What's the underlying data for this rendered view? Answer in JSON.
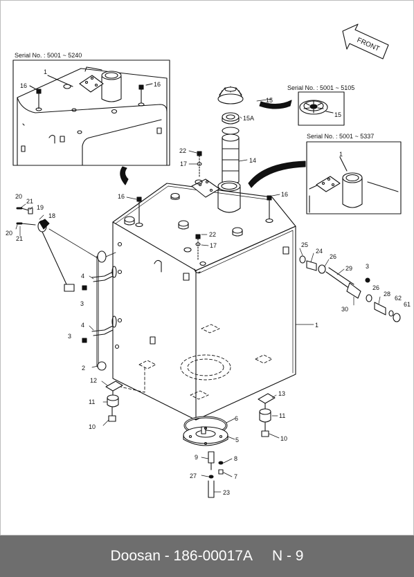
{
  "document": {
    "brand": "Doosan",
    "separator": " - ",
    "part_number": "186-00017A",
    "page_label": "N - 9"
  },
  "direction_label": "FRONT",
  "insets": {
    "top_left": {
      "serial": "Serial No. : 5001 ~ 5240",
      "labels": [
        "1",
        "16",
        "16"
      ]
    },
    "cap": {
      "serial": "Serial No. : 5001 ~ 5105",
      "labels": [
        "15"
      ]
    },
    "neck": {
      "serial": "Serial No. : 5001 ~ 5337",
      "labels": [
        "1"
      ]
    }
  },
  "callouts": [
    "1",
    "2",
    "3",
    "3",
    "3",
    "4",
    "4",
    "5",
    "6",
    "7",
    "8",
    "9",
    "10",
    "10",
    "11",
    "11",
    "12",
    "13",
    "14",
    "15",
    "15A",
    "16",
    "16",
    "17",
    "17",
    "18",
    "19",
    "20",
    "20",
    "21",
    "21",
    "22",
    "22",
    "23",
    "24",
    "25",
    "26",
    "26",
    "27",
    "28",
    "29",
    "30",
    "61",
    "62"
  ],
  "colors": {
    "line": "#111111",
    "footer_bg": "#6e6e6e",
    "footer_text": "#ffffff"
  }
}
